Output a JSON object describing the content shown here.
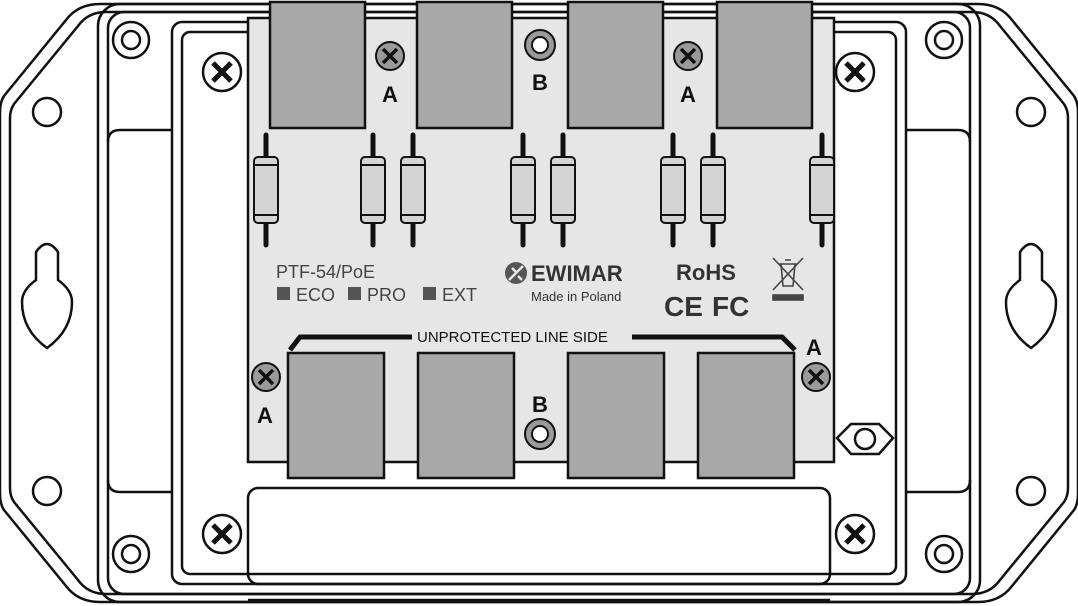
{
  "product": {
    "model": "PTF-54/PoE",
    "variants": [
      "ECO",
      "PRO",
      "EXT"
    ]
  },
  "branding": {
    "brand": "EWIMAR",
    "made_in": "Made in Poland",
    "rohs": "RoHS",
    "ce_mark": "CE",
    "fcc_mark": "FC"
  },
  "labels": {
    "unprotected_side": "UNPROTECTED LINE SIDE",
    "mark_a": "A",
    "mark_b": "B"
  },
  "colors": {
    "outline": "#111111",
    "board": "#e6e6e6",
    "port": "#a8a8a8",
    "screw": "#9a9a9a"
  }
}
